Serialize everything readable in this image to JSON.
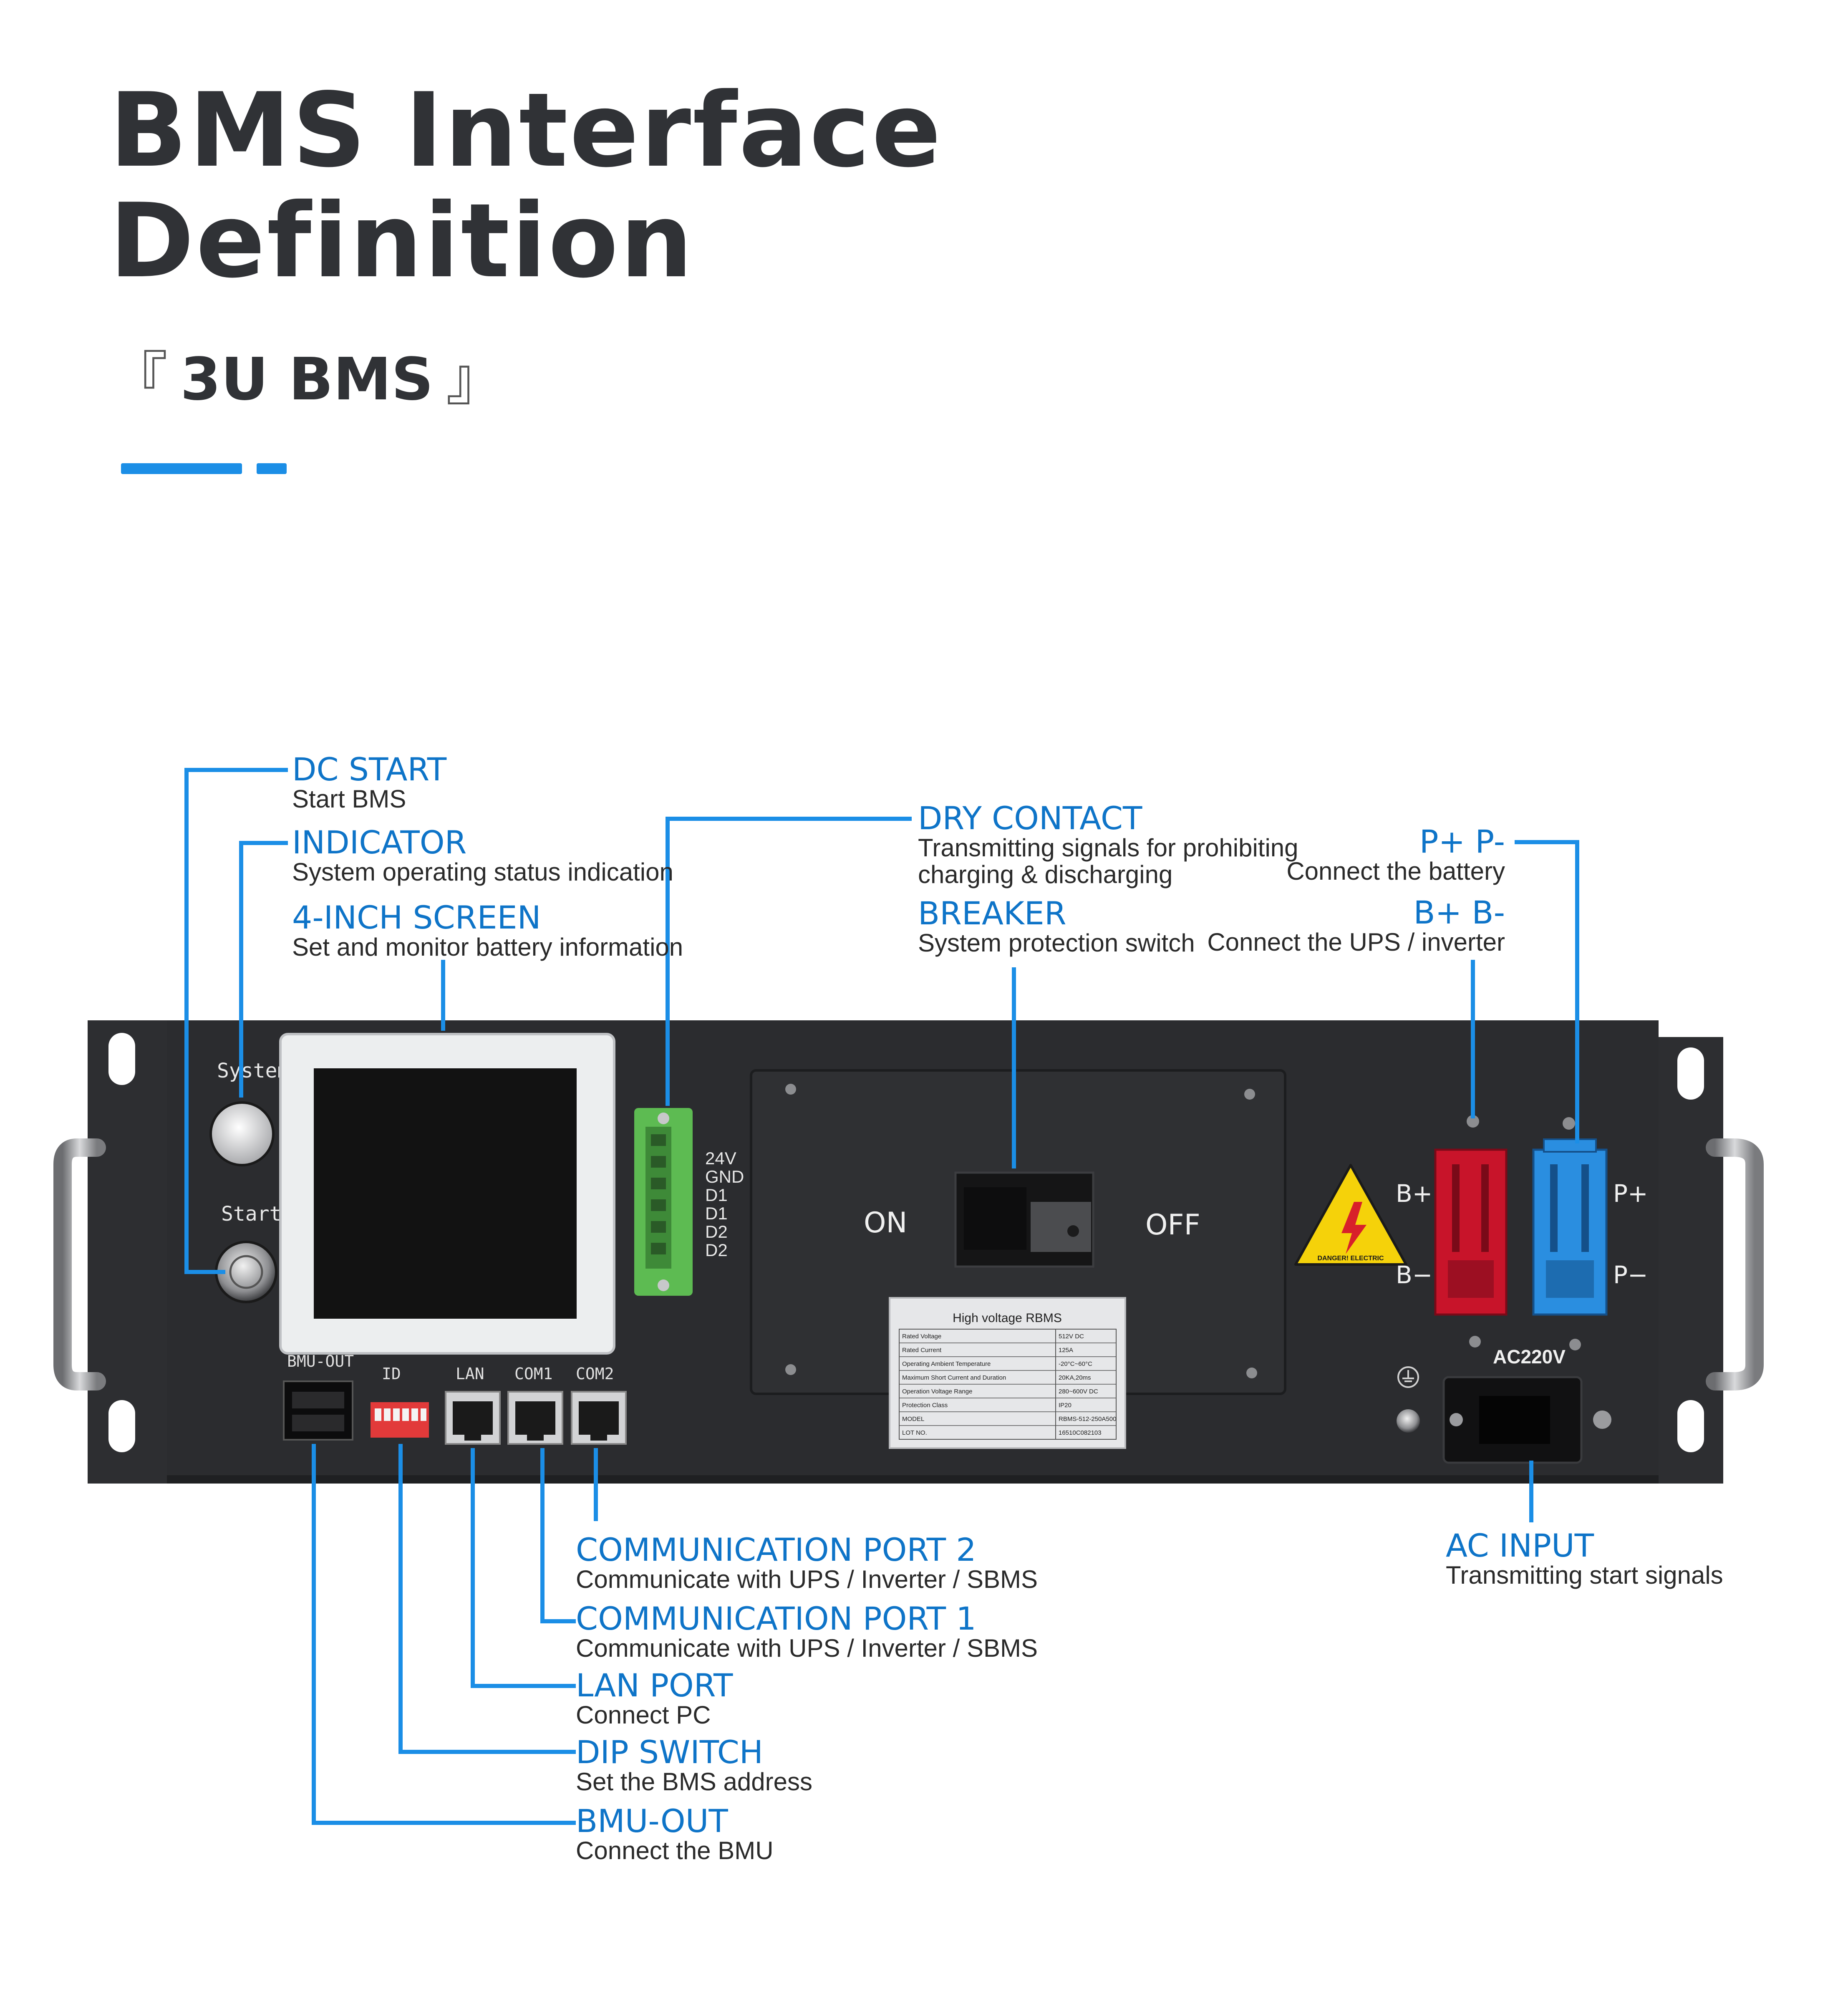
{
  "header": {
    "title_line1": "BMS Interface",
    "title_line2": "Definition",
    "subtitle_open": "『",
    "subtitle": "3U BMS",
    "subtitle_close": "』"
  },
  "colors": {
    "accent": "#1b8ee6",
    "label_blue": "#0e74c8",
    "panel": "#2b2c2f",
    "connector_red": "#c8142a",
    "connector_blue": "#2a8ee0",
    "terminal_green": "#5dbb52"
  },
  "callouts": {
    "dc_start": {
      "title": "DC START",
      "desc": "Start BMS"
    },
    "indicator": {
      "title": "INDICATOR",
      "desc": "System operating status indication"
    },
    "screen": {
      "title": "4-INCH SCREEN",
      "desc": "Set and monitor battery information"
    },
    "dry_contact": {
      "title": "DRY CONTACT",
      "desc1": "Transmitting signals for prohibiting",
      "desc2": "charging & discharging"
    },
    "breaker": {
      "title": "BREAKER",
      "desc": "System protection switch"
    },
    "p_terminal": {
      "title": "P+ P-",
      "desc": "Connect the battery"
    },
    "b_terminal": {
      "title": "B+ B-",
      "desc": "Connect the UPS / inverter"
    },
    "com2": {
      "title": "COMMUNICATION PORT 2",
      "desc": "Communicate with UPS / Inverter / SBMS"
    },
    "com1": {
      "title": "COMMUNICATION PORT 1",
      "desc": "Communicate with UPS / Inverter / SBMS"
    },
    "lan": {
      "title": "LAN PORT",
      "desc": "Connect PC"
    },
    "dip": {
      "title": "DIP SWITCH",
      "desc": "Set the BMS address"
    },
    "bmu": {
      "title": "BMU-OUT",
      "desc": "Connect the BMU"
    },
    "ac_input": {
      "title": "AC INPUT",
      "desc": "Transmitting start signals"
    }
  },
  "device": {
    "system_label": "System",
    "start_label": "Start",
    "terminal_labels": [
      "24V",
      "GND",
      "D1",
      "D1",
      "D2",
      "D2"
    ],
    "on_label": "ON",
    "off_label": "OFF",
    "b_plus": "B+",
    "b_minus": "B−",
    "p_plus": "P+",
    "p_minus": "P−",
    "warning_text": "DANGER! ELECTRIC",
    "ac_label": "AC220V",
    "ports": {
      "bmu": "BMU-OUT",
      "id": "ID",
      "lan": "LAN",
      "com1": "COM1",
      "com2": "COM2"
    },
    "nameplate": {
      "title": "High voltage RBMS",
      "rows": [
        [
          "Rated Voltage",
          "512V DC"
        ],
        [
          "Rated Current",
          "125A"
        ],
        [
          "Operating Ambient Temperature",
          "-20°C~60°C"
        ],
        [
          "Maximum Short Current and Duration",
          "20KA,20ms"
        ],
        [
          "Operation Voltage Range",
          "280~600V DC"
        ],
        [
          "Protection Class",
          "IP20"
        ],
        [
          "MODEL",
          "RBMS-512-250A500"
        ],
        [
          "LOT NO.",
          "16510C082103"
        ]
      ]
    }
  }
}
